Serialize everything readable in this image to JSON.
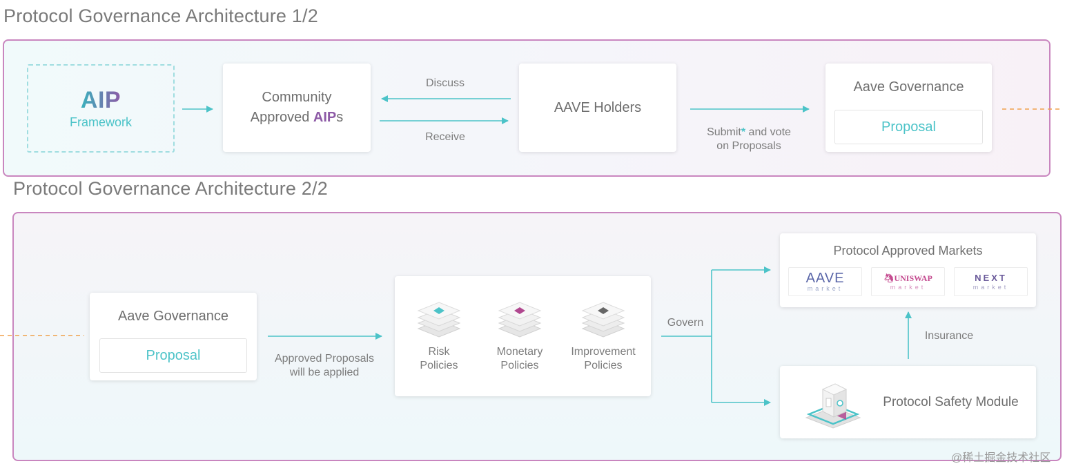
{
  "titles": {
    "top": "Protocol Governance Architecture 1/2",
    "bottom": "Protocol Governance Architecture 2/2"
  },
  "top": {
    "aip": {
      "title": "AIP",
      "subtitle": "Framework"
    },
    "community": {
      "line1": "Community",
      "line2_prefix": "Approved ",
      "line2_bold": "AIP",
      "line2_suffix": "s"
    },
    "discuss": "Discuss",
    "receive": "Receive",
    "holders": "AAVE Holders",
    "submit": {
      "line1_a": "Submit",
      "line1_star": "*",
      "line1_b": " and vote",
      "line2": "on Proposals"
    },
    "governance": {
      "title": "Aave Governance",
      "proposal": "Proposal"
    }
  },
  "bottom": {
    "governance": {
      "title": "Aave Governance",
      "proposal": "Proposal"
    },
    "approved": {
      "line1": "Approved Proposals",
      "line2": "will be applied"
    },
    "policies": [
      {
        "line1": "Risk",
        "line2": "Policies",
        "icon": "risk-policy-icon",
        "color": "#4cc3c8"
      },
      {
        "line1": "Monetary",
        "line2": "Policies",
        "icon": "monetary-policy-icon",
        "color": "#b0478f"
      },
      {
        "line1": "Improvement",
        "line2": "Policies",
        "icon": "improvement-policy-icon",
        "color": "#666666"
      }
    ],
    "govern": "Govern",
    "markets": {
      "title": "Protocol Approved Markets",
      "items": [
        {
          "name": "AAVE",
          "sub": "market"
        },
        {
          "name": "UNISWAP",
          "sub": "market"
        },
        {
          "name": "NEXT",
          "sub": "market"
        }
      ]
    },
    "insurance": "Insurance",
    "safety": "Protocol Safety Module"
  },
  "watermark": "@稀土掘金技术社区",
  "colors": {
    "teal": "#4cc3c8",
    "border": "#c986bf",
    "orange": "#f0a04b",
    "purple": "#8d5aa6"
  }
}
